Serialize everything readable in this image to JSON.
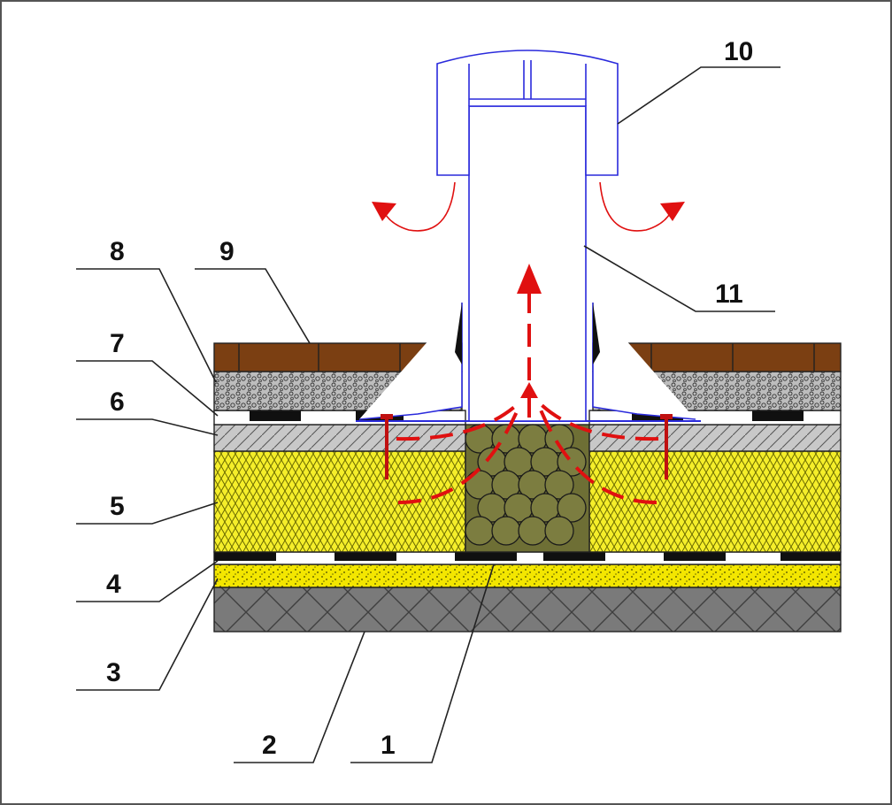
{
  "diagram": {
    "callouts": [
      {
        "id": "1",
        "label": "1"
      },
      {
        "id": "2",
        "label": "2"
      },
      {
        "id": "3",
        "label": "3"
      },
      {
        "id": "4",
        "label": "4"
      },
      {
        "id": "5",
        "label": "5"
      },
      {
        "id": "6",
        "label": "6"
      },
      {
        "id": "7",
        "label": "7"
      },
      {
        "id": "8",
        "label": "8"
      },
      {
        "id": "9",
        "label": "9"
      },
      {
        "id": "10",
        "label": "10"
      },
      {
        "id": "11",
        "label": "11"
      }
    ],
    "colors": {
      "base_slab": "#7a7a7a",
      "screed": "#f3e600",
      "insulation": "#f5ee2a",
      "insulation_hatch": "#6b6b00",
      "cover_sheet": "#c8c8c8",
      "gravel": "#bdbdbd",
      "tiles": "#7b3f12",
      "drain_stone": "#6e6f35",
      "vapor_barrier": "#101010",
      "pipe": "#2a2adc",
      "airflow": "#e01010"
    }
  }
}
